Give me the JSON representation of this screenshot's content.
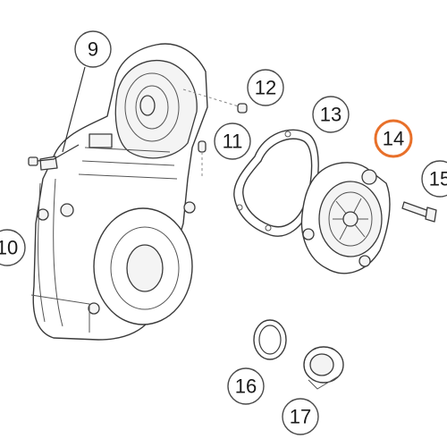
{
  "callouts": [
    {
      "id": "c9",
      "label": "9",
      "highlighted": false
    },
    {
      "id": "c10",
      "label": "10",
      "highlighted": false
    },
    {
      "id": "c11",
      "label": "11",
      "highlighted": false
    },
    {
      "id": "c12",
      "label": "12",
      "highlighted": false
    },
    {
      "id": "c13",
      "label": "13",
      "highlighted": false
    },
    {
      "id": "c14",
      "label": "14",
      "highlighted": true
    },
    {
      "id": "c15",
      "label": "15",
      "highlighted": false
    },
    {
      "id": "c16",
      "label": "16",
      "highlighted": false
    },
    {
      "id": "c17",
      "label": "17",
      "highlighted": false
    }
  ],
  "colors": {
    "callout_stroke": "#4a4a4a",
    "highlight_stroke": "#e8702a",
    "line_art": "#3a3a3a"
  }
}
